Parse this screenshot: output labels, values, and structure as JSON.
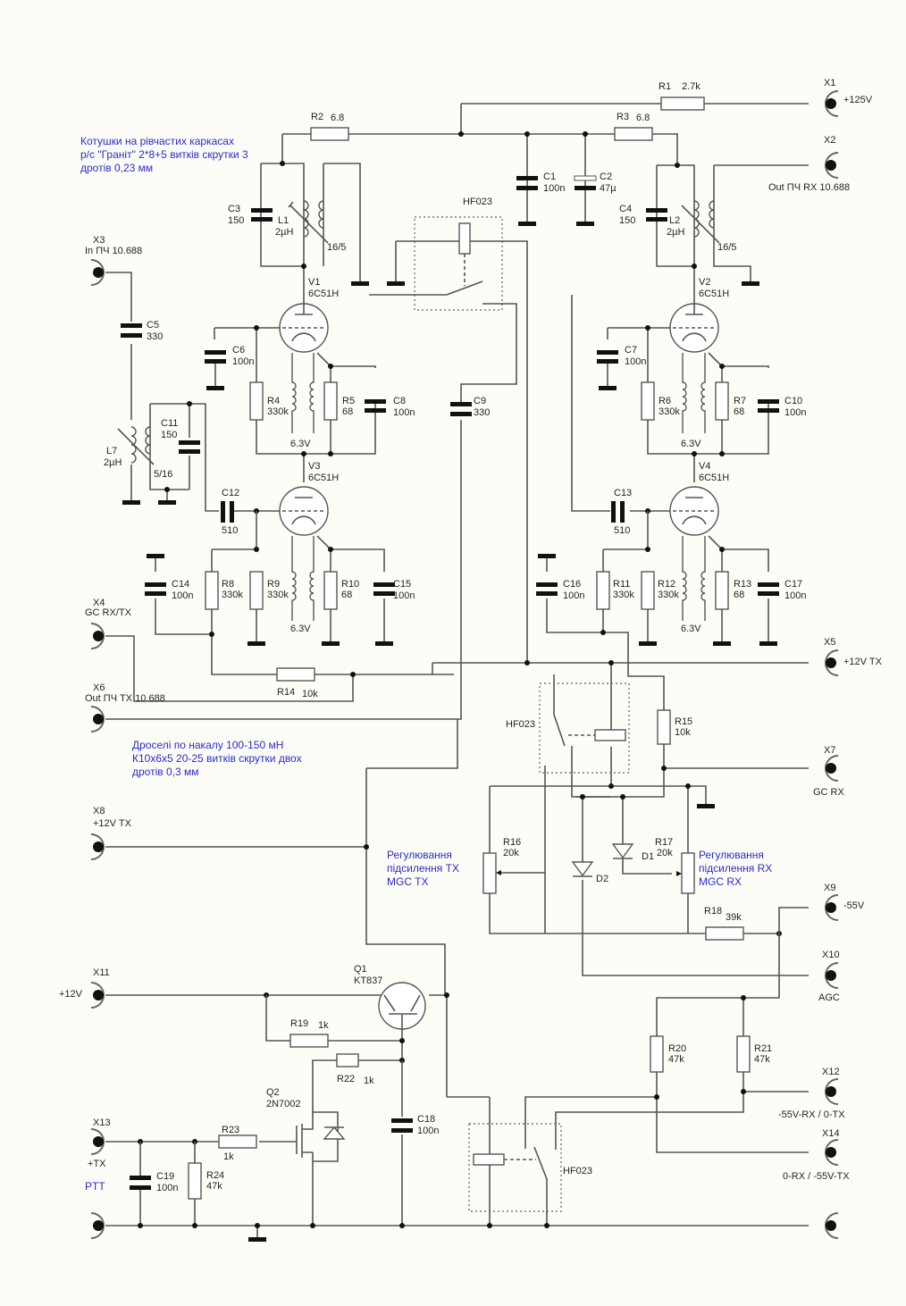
{
  "title": "IF amplifier schematic (6C51H tubes, HF023 relays)",
  "notes": {
    "coils": [
      "Котушки на рівчастих каркасах",
      "р/с \"Граніт\" 2*8+5 витків скрутки 3",
      "дротів 0,23 мм"
    ],
    "chokes": [
      "Дроселі по накалу 100-150 мН",
      "К10х6х5 20-25 витків скрутки двох",
      "дротів 0,3 мм"
    ],
    "mgc_tx": [
      "Регулювання",
      "підсилення TX",
      " MGC TX"
    ],
    "mgc_rx": [
      "Регулювання",
      "підсилення RX",
      "MGC RX"
    ],
    "ptt": "PTT"
  },
  "connectors": [
    {
      "id": "X1",
      "label": "+125V"
    },
    {
      "id": "X2",
      "label": "Out ПЧ RX 10.688"
    },
    {
      "id": "X3",
      "label": "In  ПЧ 10.688"
    },
    {
      "id": "X4",
      "label": "GC RX/TX"
    },
    {
      "id": "X5",
      "label": "+12V TX"
    },
    {
      "id": "X6",
      "label": "Out  ПЧ TX 10.688"
    },
    {
      "id": "X7",
      "label": "GC RX"
    },
    {
      "id": "X8",
      "label": "+12V TX"
    },
    {
      "id": "X9",
      "label": "-55V"
    },
    {
      "id": "X10",
      "label": "AGC"
    },
    {
      "id": "X11",
      "label": "+12V"
    },
    {
      "id": "X12",
      "label": "-55V-RX / 0-TX"
    },
    {
      "id": "X13",
      "label": "+TX"
    },
    {
      "id": "X14",
      "label": "0-RX / -55V-TX"
    }
  ],
  "resistors": {
    "R1": {
      "name": "R1",
      "value": "2.7k"
    },
    "R2": {
      "name": "R2",
      "value": "6.8"
    },
    "R3": {
      "name": "R3",
      "value": "6.8"
    },
    "R4": {
      "name": "R4",
      "value": "330k"
    },
    "R5": {
      "name": "R5",
      "value": "68"
    },
    "R6": {
      "name": "R6",
      "value": "330k"
    },
    "R7": {
      "name": "R7",
      "value": "68"
    },
    "R8": {
      "name": "R8",
      "value": "330k"
    },
    "R9": {
      "name": "R9",
      "value": "330k"
    },
    "R10": {
      "name": "R10",
      "value": "68"
    },
    "R11": {
      "name": "R11",
      "value": "330k"
    },
    "R12": {
      "name": "R12",
      "value": "330k"
    },
    "R13": {
      "name": "R13",
      "value": "68"
    },
    "R14": {
      "name": "R14",
      "value": "10k"
    },
    "R15": {
      "name": "R15",
      "value": "10k"
    },
    "R16": {
      "name": "R16",
      "value": "20k"
    },
    "R17": {
      "name": "R17",
      "value": "20k"
    },
    "R18": {
      "name": "R18",
      "value": "39k"
    },
    "R19": {
      "name": "R19",
      "value": "1k"
    },
    "R20": {
      "name": "R20",
      "value": "47k"
    },
    "R21": {
      "name": "R21",
      "value": "47k"
    },
    "R22": {
      "name": "R22",
      "value": "1k"
    },
    "R23": {
      "name": "R23",
      "value": "1k"
    },
    "R24": {
      "name": "R24",
      "value": "47k"
    }
  },
  "capacitors": {
    "C1": {
      "name": "C1",
      "value": "100n"
    },
    "C2": {
      "name": "C2",
      "value": "47µ"
    },
    "C3": {
      "name": "C3",
      "value": "150"
    },
    "C4": {
      "name": "C4",
      "value": "150"
    },
    "C5": {
      "name": "C5",
      "value": "330"
    },
    "C6": {
      "name": "C6",
      "value": "100n"
    },
    "C7": {
      "name": "C7",
      "value": "100n"
    },
    "C8": {
      "name": "C8",
      "value": "100n"
    },
    "C9": {
      "name": "C9",
      "value": "330"
    },
    "C10": {
      "name": "C10",
      "value": "100n"
    },
    "C11": {
      "name": "C11",
      "value": "150"
    },
    "C12": {
      "name": "C12",
      "value": "510"
    },
    "C13": {
      "name": "C13",
      "value": "510"
    },
    "C14": {
      "name": "C14",
      "value": "100n"
    },
    "C15": {
      "name": "C15",
      "value": "100n"
    },
    "C16": {
      "name": "C16",
      "value": "100n"
    },
    "C17": {
      "name": "C17",
      "value": "100n"
    },
    "C18": {
      "name": "C18",
      "value": "100n"
    },
    "C19": {
      "name": "C19",
      "value": "100n"
    }
  },
  "inductors": {
    "L1": {
      "name": "L1",
      "value": "2µH",
      "ratio": "16/5"
    },
    "L2": {
      "name": "L2",
      "value": "2µH",
      "ratio": "16/5"
    },
    "L7": {
      "name": "L7",
      "value": "2µH",
      "ratio": "5/16"
    }
  },
  "tubes": {
    "V1": {
      "name": "V1",
      "type": "6C51H"
    },
    "V2": {
      "name": "V2",
      "type": "6C51H"
    },
    "V3": {
      "name": "V3",
      "type": "6C51H"
    },
    "V4": {
      "name": "V4",
      "type": "6C51H"
    }
  },
  "heater": "6.3V",
  "transistors": {
    "Q1": {
      "name": "Q1",
      "type": "KT837"
    },
    "Q2": {
      "name": "Q2",
      "type": "2N7002"
    }
  },
  "diodes": {
    "D1": "D1",
    "D2": "D2"
  },
  "relay": "HF023"
}
